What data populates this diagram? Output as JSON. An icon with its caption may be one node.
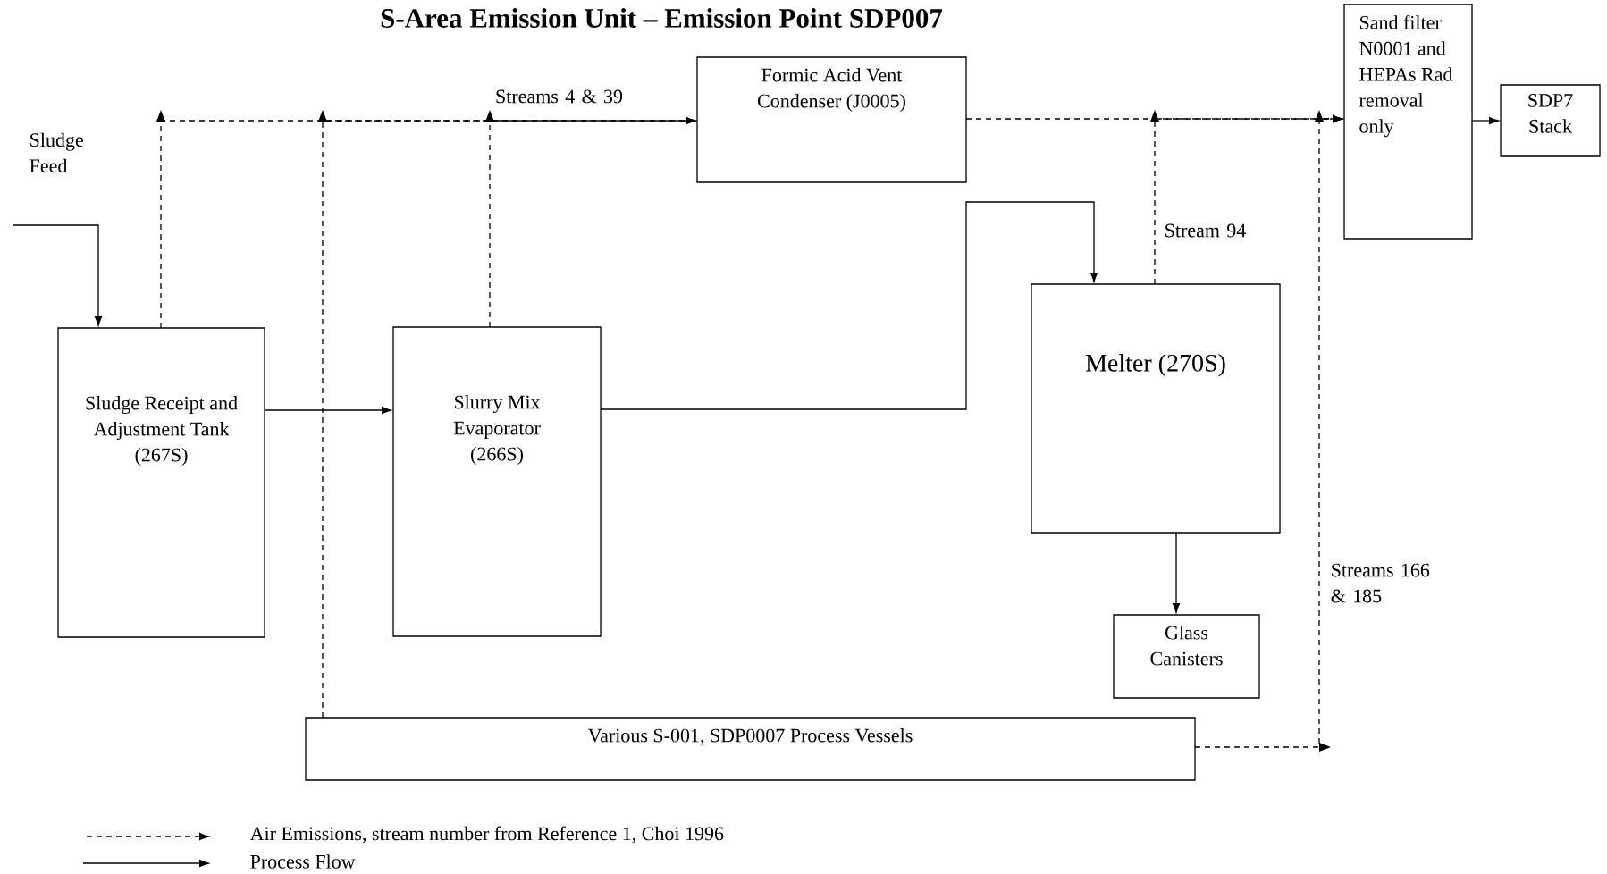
{
  "diagram": {
    "title": "S-Area Emission Unit – Emission Point SDP007",
    "nodes": [
      {
        "text": [
          "Formic Acid Vent Condenser (J0005)"
        ]
      },
      {
        "text": [
          "Sand filter N0001 and HEPAs Rad removal only"
        ]
      },
      {
        "text": [
          "SDP7 Stack"
        ]
      },
      {
        "text": [
          "Sludge Receipt and Adjustment Tank (267S)"
        ]
      },
      {
        "text": [
          "Slurry Mix Evaporator (266S)"
        ]
      },
      {
        "text": [
          "Melter (270S)"
        ]
      },
      {
        "text": [
          "Glass Canisters"
        ]
      },
      {
        "text": [
          "Various S-001, SDP0007 Process Vessels"
        ]
      }
    ],
    "edges": [
      {
        "from": null,
        "to": 3,
        "arrow": "to"
      },
      {
        "from": 3,
        "to": 4,
        "arrow": "to"
      },
      {
        "from": 4,
        "to": 5,
        "arrow": "to"
      },
      {
        "from": 5,
        "to": 6,
        "arrow": "to"
      },
      {
        "from": 3,
        "to": 0,
        "arrow": "to",
        "style": "dashed"
      },
      {
        "from": 7,
        "to": 0,
        "arrow": "to",
        "style": "dashed"
      },
      {
        "from": 4,
        "to": 0,
        "arrow": "to",
        "style": "dashed",
        "label": "Streams 4 & 39"
      },
      {
        "from": 0,
        "to": 1,
        "arrow": "to",
        "style": "dashed"
      },
      {
        "from": 5,
        "to": 1,
        "arrow": "to",
        "style": "dashed",
        "label": "Stream 94"
      },
      {
        "from": 7,
        "to": 1,
        "arrow": "to",
        "style": "dashed",
        "label": "Streams 166 & 185"
      },
      {
        "from": 1,
        "to": 2,
        "arrow": "to"
      }
    ],
    "labels": [
      "Sludge Feed"
    ],
    "legend": [
      {
        "text": "Air Emissions, stream number from Reference 1, Choi 1996"
      },
      {
        "text": "Process Flow"
      }
    ]
  }
}
